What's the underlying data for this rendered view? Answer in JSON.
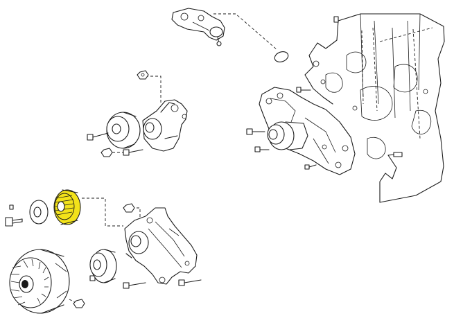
{
  "diagram": {
    "highlight_color": "#f2e21a",
    "line_color": "#1a1a1a",
    "background_color": "#ffffff",
    "parts": [
      {
        "name": "water-outlet-housing",
        "highlighted": false
      },
      {
        "name": "outlet-gasket",
        "highlighted": false
      },
      {
        "name": "engine-block",
        "highlighted": false
      },
      {
        "name": "water-pump",
        "highlighted": false
      },
      {
        "name": "idler-pulley",
        "highlighted": false
      },
      {
        "name": "idler-pulley-bracket",
        "highlighted": false
      },
      {
        "name": "drive-pulley",
        "highlighted": true
      },
      {
        "name": "pulley-washer",
        "highlighted": false
      },
      {
        "name": "fan-clutch",
        "highlighted": false
      },
      {
        "name": "fan-pulley",
        "highlighted": false
      },
      {
        "name": "fan-bracket",
        "highlighted": false
      }
    ]
  }
}
